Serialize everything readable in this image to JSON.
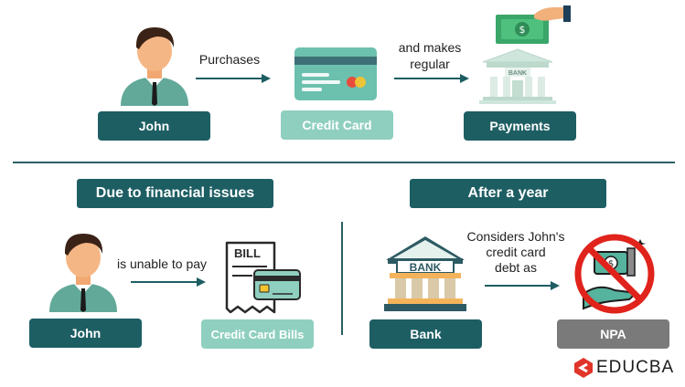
{
  "top": {
    "person_label": "John",
    "arrow1_text": "Purchases",
    "card_label": "Credit Card",
    "arrow2_text_line1": "and makes",
    "arrow2_text_line2": "regular",
    "payments_label": "Payments",
    "bank_building_sign": "BANK"
  },
  "left": {
    "heading": "Due to financial issues",
    "person_label": "John",
    "arrow_text": "is unable to pay",
    "bill_word": "BILL",
    "bills_label": "Credit Card Bills"
  },
  "right": {
    "heading": "After a year",
    "bank_sign": "BANK",
    "bank_label": "Bank",
    "arrow_text_line1": "Considers John's",
    "arrow_text_line2": "credit card",
    "arrow_text_line3": "debt as",
    "npa_label": "NPA"
  },
  "brand": {
    "name": "EDUCBA"
  },
  "colors": {
    "dark_teal": "#1d5e63",
    "mint": "#8fcfbf",
    "grey": "#7a7a7a",
    "red": "#e0231b",
    "brand_red": "#e1352a"
  }
}
